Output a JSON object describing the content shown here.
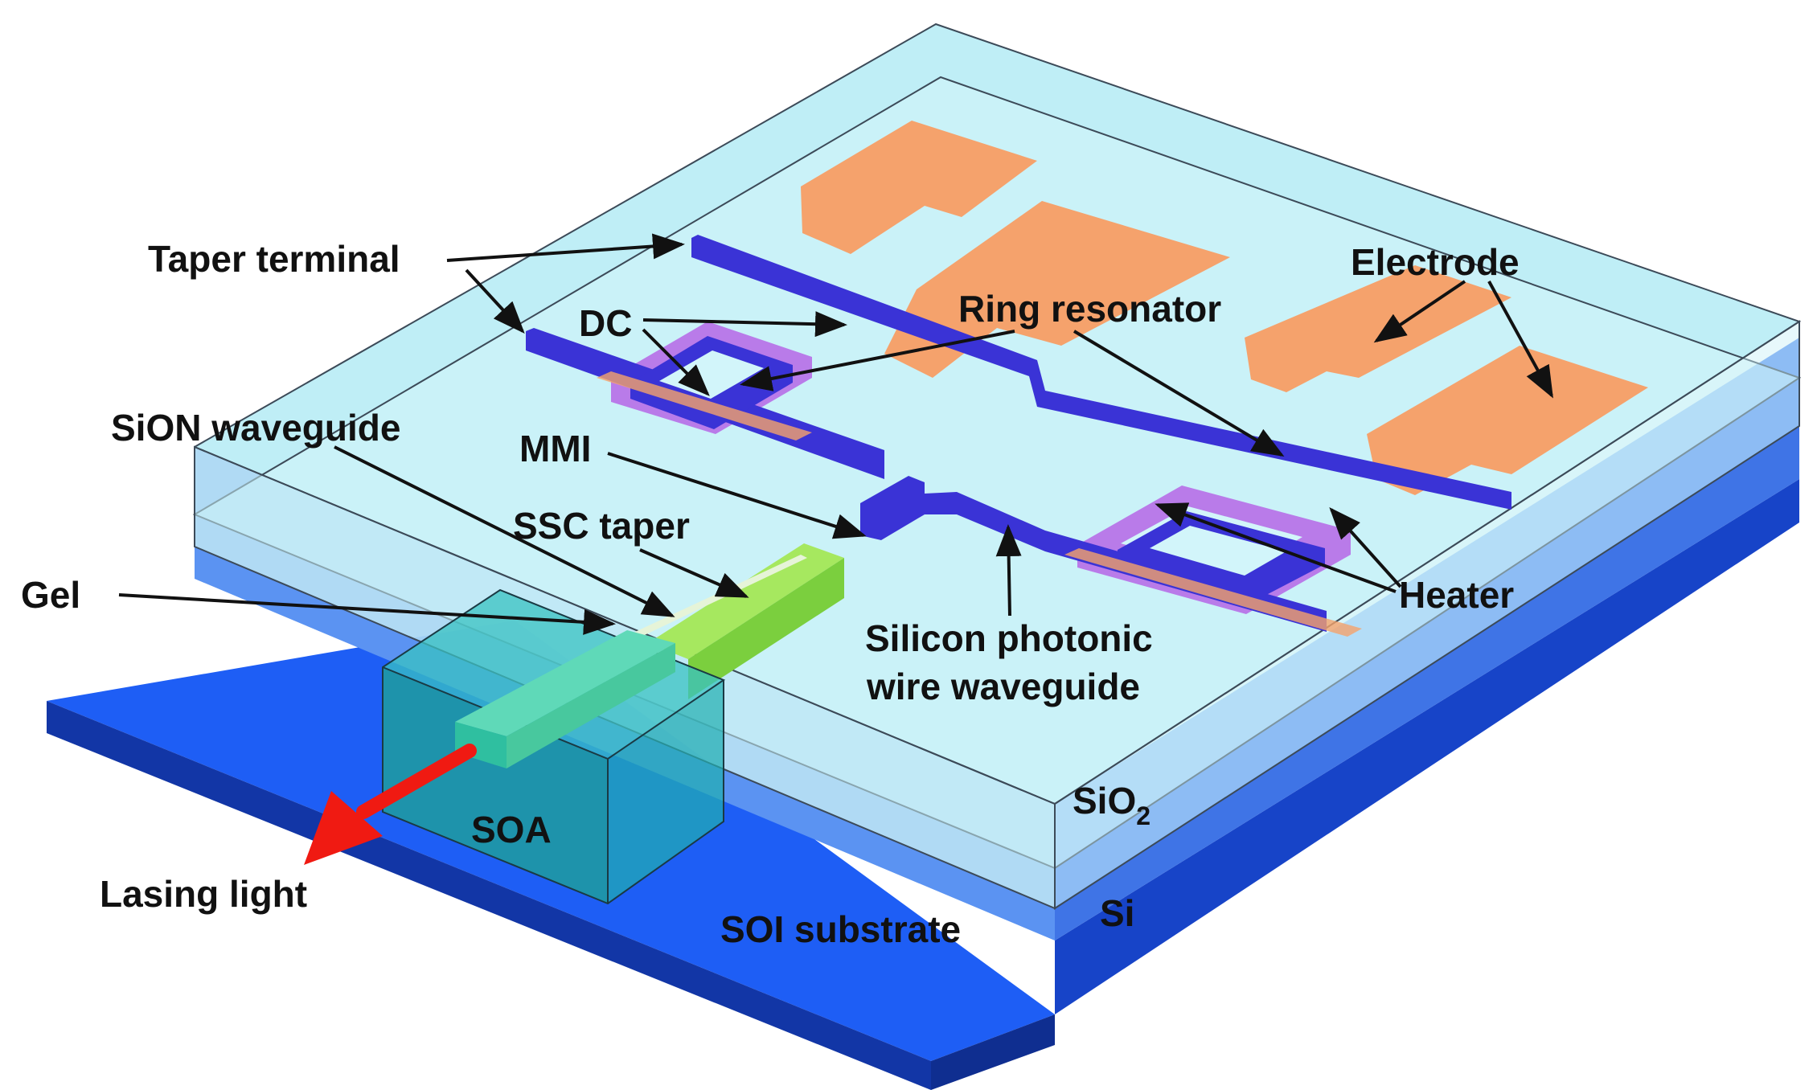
{
  "labels": {
    "taper_terminal": "Taper terminal",
    "dc": "DC",
    "ring_resonator": "Ring resonator",
    "electrode": "Electrode",
    "sion_waveguide": "SiON waveguide",
    "mmi": "MMI",
    "ssc_taper": "SSC taper",
    "gel": "Gel",
    "silicon_wire_line1": "Silicon photonic",
    "silicon_wire_line2": "wire waveguide",
    "heater": "Heater",
    "sio2_main": "SiO",
    "sio2_sub": "2",
    "si": "Si",
    "soa": "SOA",
    "lasing_light": "Lasing light",
    "soi_substrate": "SOI substrate"
  },
  "colors": {
    "substrate": "#1e5ef5",
    "substrate_side": "#1444c8",
    "box_layer": "#5b93f2",
    "cladding": "#bfeef6",
    "waveguide": "#3a33d6",
    "electrode": "#f5a26c",
    "heater": "#b774e8",
    "soa": "#20aeb0",
    "ssc_taper": "#a6e85f",
    "arrow": "#f01a12"
  }
}
